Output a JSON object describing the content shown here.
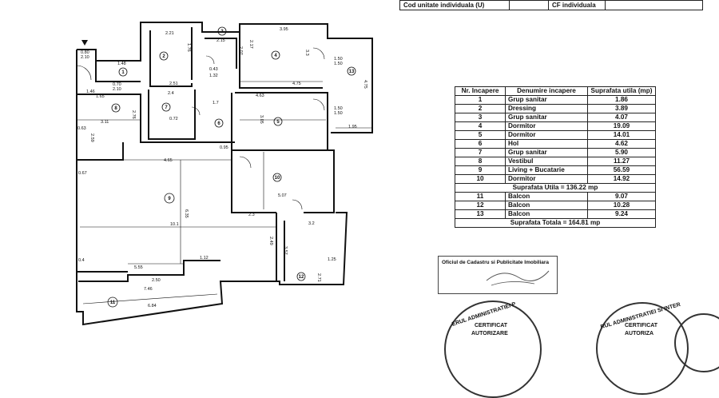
{
  "header": {
    "cod_label": "Cod unitate individuala (U)",
    "cf_label": "CF individuala"
  },
  "table": {
    "col_nr": "Nr. Incapere",
    "col_name": "Denumire incapere",
    "col_area": "Suprafata utila (mp)",
    "rows": [
      {
        "nr": "1",
        "name": "Grup sanitar",
        "area": "1.86"
      },
      {
        "nr": "2",
        "name": "Dressing",
        "area": "3.89"
      },
      {
        "nr": "3",
        "name": "Grup sanitar",
        "area": "4.07"
      },
      {
        "nr": "4",
        "name": "Dormitor",
        "area": "19.09"
      },
      {
        "nr": "5",
        "name": "Dormitor",
        "area": "14.01"
      },
      {
        "nr": "6",
        "name": "Hol",
        "area": "4.62"
      },
      {
        "nr": "7",
        "name": "Grup sanitar",
        "area": "5.90"
      },
      {
        "nr": "8",
        "name": "Vestibul",
        "area": "11.27"
      },
      {
        "nr": "9",
        "name": "Living + Bucatarie",
        "area": "56.59"
      },
      {
        "nr": "10",
        "name": "Dormitor",
        "area": "14.92"
      }
    ],
    "useful_total": "Suprafata Utila = 136.22 mp",
    "balconies": [
      {
        "nr": "11",
        "name": "Balcon",
        "area": "9.07"
      },
      {
        "nr": "12",
        "name": "Balcon",
        "area": "10.28"
      },
      {
        "nr": "13",
        "name": "Balcon",
        "area": "9.24"
      }
    ],
    "grand_total": "Suprafata Totala = 164.81 mp"
  },
  "stamp": {
    "office": "Oficiul de Cadastru si Publicitate Imobiliara"
  },
  "seals": {
    "left_top": "ERUL ADMINISTRATIEI P",
    "left_mid": "CERTIFICAT",
    "left_mid2": "AUTORIZARE",
    "right_top": "RUL ADMINISTRATIEI SI INTER",
    "right_mid": "CERTIFICAT",
    "right_mid2": "AUTORIZA"
  },
  "plan": {
    "rooms": [
      "1",
      "2",
      "3",
      "4",
      "5",
      "6",
      "7",
      "8",
      "9",
      "10",
      "11",
      "12",
      "13"
    ],
    "dims": {
      "d_080_210a": "0.80",
      "d_080_210b": "2.10",
      "d_148": "1.48",
      "d_221": "2.21",
      "d_176": "1.76",
      "d_215": "2.15",
      "d_395": "3.95",
      "d_33": "3.3",
      "d_207": "2.07",
      "d_217": "2.17",
      "d_150a": "1.50",
      "d_150b": "1.50",
      "d_475a": "4.75",
      "d_475b": "4.75",
      "d_150c": "1.50",
      "d_150d": "1.50",
      "d_146": "1.46",
      "d_165": "1.65",
      "d_070": "0.70",
      "d_210": "2.10",
      "d_311": "3.11",
      "d_276": "2.76",
      "d_240": "2.4",
      "d_251": "2.51",
      "d_0_43": "0.43",
      "d_132": "1.32",
      "d_463": "4.63",
      "d_305": "3.05",
      "d_195": "1.95",
      "d_063": "0.63",
      "d_259": "2.59",
      "d_095": "0.95",
      "d_465": "4.65",
      "d_067": "0.67",
      "d_635": "6.35",
      "d_507": "5.07",
      "d_101": "10.1",
      "d_32": "3.2",
      "d_23": "2.3",
      "d_555": "5.55",
      "d_112": "1.12",
      "d_125": "1.25",
      "d_746": "7.46",
      "d_684": "6.84",
      "d_249": "2.49",
      "d_357": "3.57",
      "d_04": "0.4",
      "d_271": "2.71",
      "d_170": "1.7",
      "d_250": "2.50",
      "d_072": "0.72"
    }
  }
}
